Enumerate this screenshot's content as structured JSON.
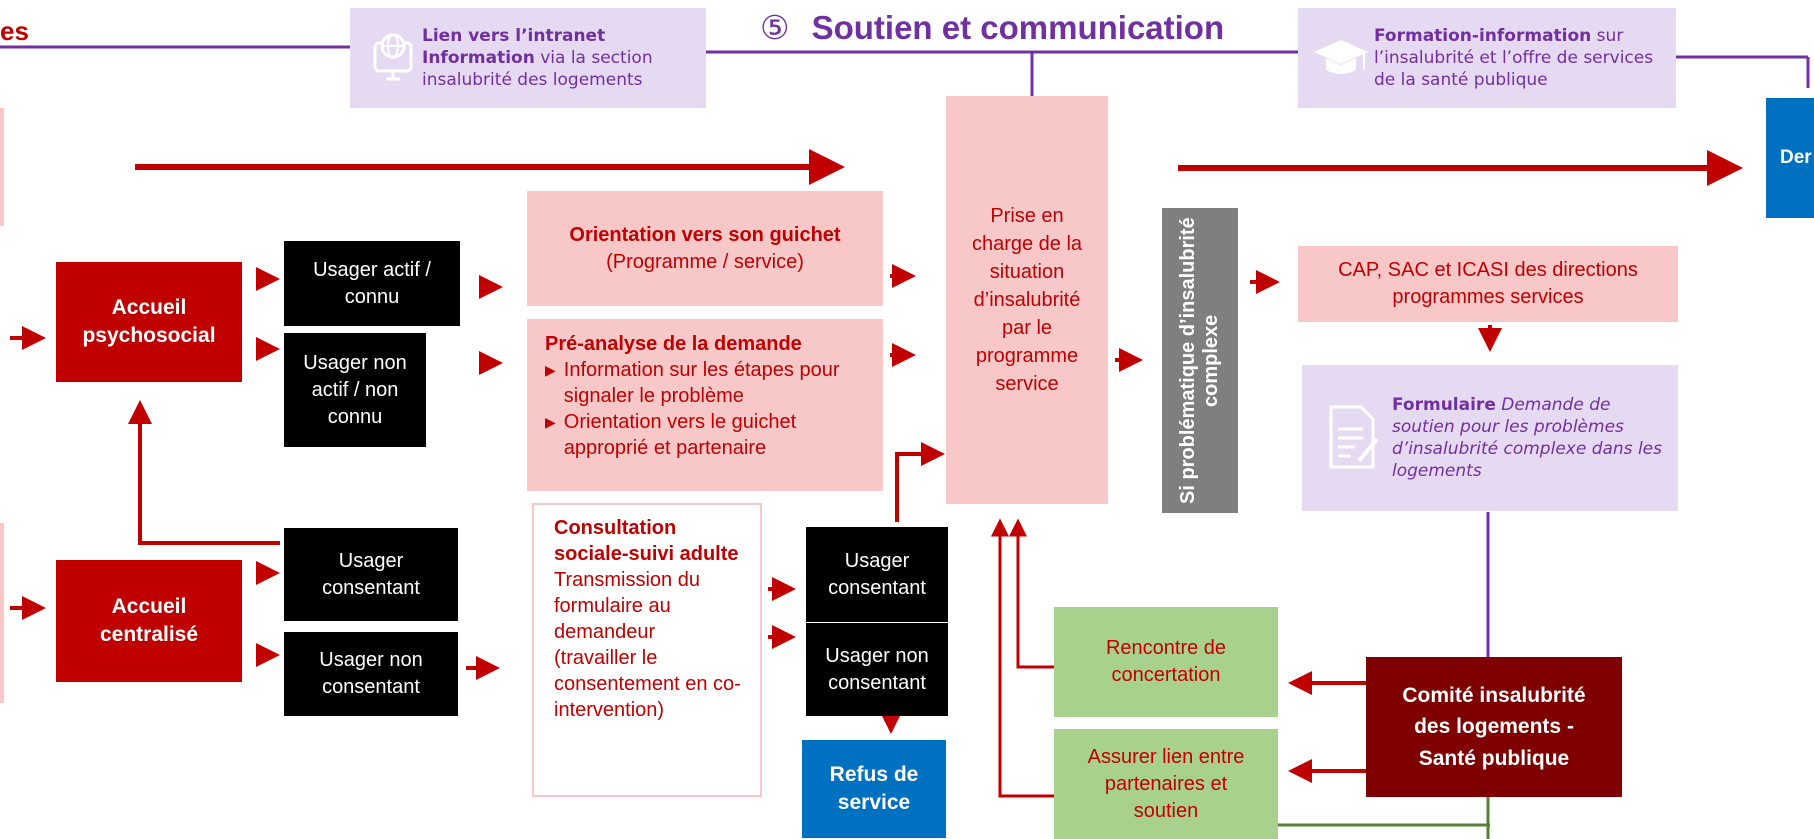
{
  "header": {
    "left_fragment": "es",
    "section_number": "⑤",
    "section_title": "Soutien et communication",
    "right_fragment": "Der"
  },
  "notes": {
    "intranet_bold": "Lien vers l’intranet Information",
    "intranet_rest": " via la section insalubrité des logements",
    "formation_bold": "Formation-information",
    "formation_rest": " sur l’insalubrité et l’offre de services de la santé publique",
    "formulaire_bold": "Formulaire",
    "formulaire_italic": " Demande de soutien pour les problèmes d’insalubrité complexe dans les logements"
  },
  "accueil": {
    "psycho": "Accueil psychosocial",
    "central": "Accueil centralisé"
  },
  "usagers": {
    "actif": "Usager actif / connu",
    "non_actif": "Usager non actif / non connu",
    "consentant_1": "Usager consentant",
    "non_consentant_1": "Usager non consentant",
    "consentant_2": "Usager consentant",
    "non_consentant_2": "Usager non consentant"
  },
  "orientation": {
    "title": "Orientation vers son guichet",
    "sub": "(Programme / service)"
  },
  "preanalyse": {
    "title": "Pré-analyse de la demande",
    "bullet_1": "Information sur les étapes pour signaler le problème",
    "bullet_2": "Orientation vers le guichet approprié et partenaire",
    "bullet_icon": "triangle-right-icon"
  },
  "consultation": {
    "title": "Consultation sociale-suivi adulte",
    "body": "Transmission du formulaire au demandeur (travailler le consentement en co-intervention)"
  },
  "prise_en_charge": "Prise en charge de la situation d’insalubrité par le programme service",
  "si_probleme": "Si problématique d’insalubrité complexe",
  "cap": "CAP, SAC et ICASI des directions programmes services",
  "refus": "Refus de service",
  "rencontre": "Rencontre de concertation",
  "assurer": "Assurer lien entre partenaires et soutien",
  "comite": "Comité insalubrité des logements - Santé publique",
  "icons": [
    "globe-monitor-icon",
    "graduation-cap-icon",
    "form-document-icon"
  ],
  "colors": {
    "dark_red": "#c00000",
    "pink": "#f8c8c9",
    "purple": "#7030a0",
    "lavender": "#e6d9f2",
    "green": "#a9d18e",
    "blue": "#0070c0",
    "maroon": "#7f0000",
    "gray": "#7f7f7f"
  }
}
